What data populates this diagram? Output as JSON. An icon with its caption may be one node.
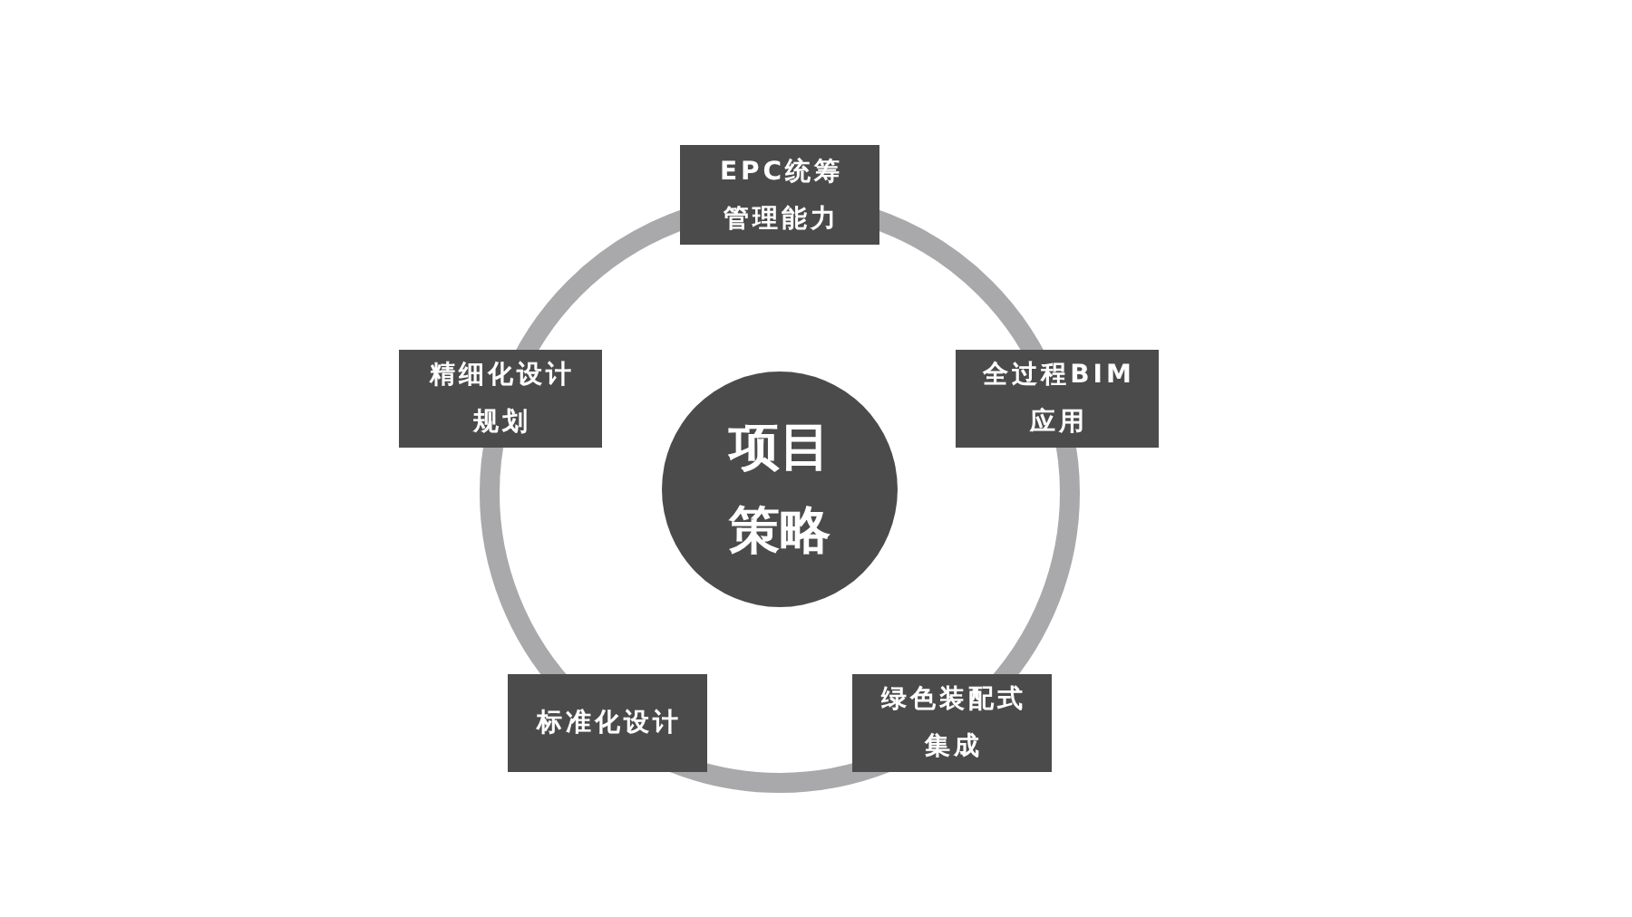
{
  "diagram": {
    "nodes": [
      {
        "text": [
          "项目策略"
        ]
      },
      {
        "text": [
          "EPC统筹管理能力"
        ]
      },
      {
        "text": [
          "全过程BIM应用"
        ]
      },
      {
        "text": [
          "绿色装配式集成"
        ]
      },
      {
        "text": [
          "标准化设计"
        ]
      },
      {
        "text": [
          "精细化设计规划"
        ]
      }
    ]
  }
}
